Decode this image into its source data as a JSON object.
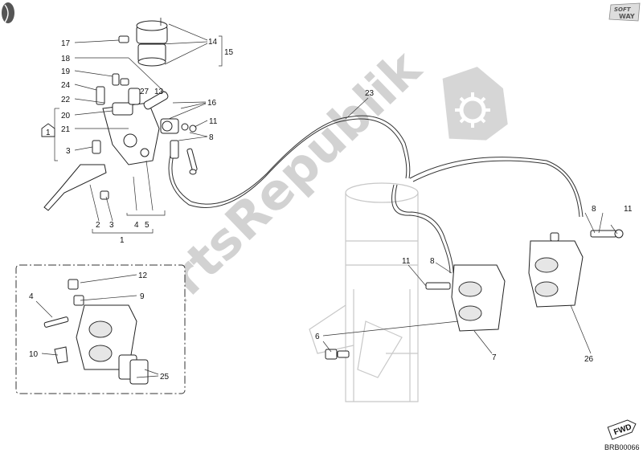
{
  "watermark": {
    "text": "PartsRepublik"
  },
  "logo": {
    "line1": "SOFT",
    "line2": "WAY"
  },
  "fwd": {
    "text": "FWD"
  },
  "code": {
    "text": "BRB00066"
  },
  "labels": {
    "l17": "17",
    "l18": "18",
    "l19": "19",
    "l24": "24",
    "l22": "22",
    "l20": "20",
    "l21": "21",
    "l3a": "3",
    "l1callout": "1",
    "l14": "14",
    "l15": "15",
    "l13": "13",
    "l27": "27",
    "l16": "16",
    "l11a": "11",
    "l8a": "8",
    "l23": "23",
    "l2": "2",
    "l3b": "3",
    "l4b": "4",
    "l5": "5",
    "l1": "1",
    "l12": "12",
    "l9": "9",
    "l4": "4",
    "l10": "10",
    "l25": "25",
    "l6": "6",
    "l7": "7",
    "l11b": "11",
    "l8b": "8",
    "l8c": "8",
    "l11c": "11",
    "l26": "26"
  }
}
